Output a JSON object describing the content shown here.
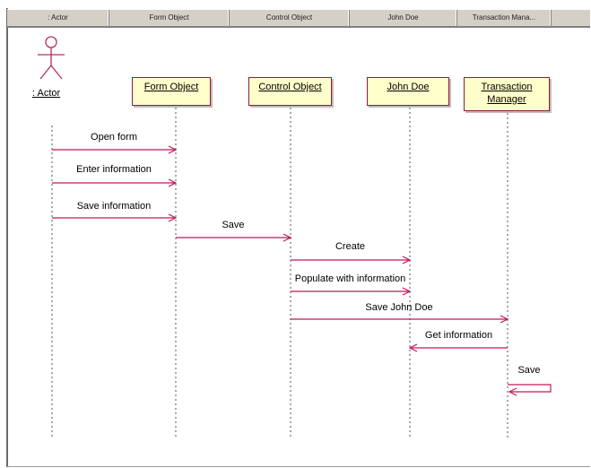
{
  "header": {
    "columns": [
      "Actor",
      "Form Object",
      "Control Object",
      "John Doe",
      "Transaction Mana..."
    ]
  },
  "actor": {
    "label": ": Actor"
  },
  "objects": [
    {
      "lines": [
        "Form Object"
      ]
    },
    {
      "lines": [
        "Control Object"
      ]
    },
    {
      "lines": [
        "John Doe"
      ]
    },
    {
      "lines": [
        "Transaction",
        "Manager"
      ]
    }
  ],
  "messages": [
    {
      "label": "Open form",
      "from": "actor",
      "to": "form-object"
    },
    {
      "label": "Enter information",
      "from": "actor",
      "to": "form-object"
    },
    {
      "label": "Save information",
      "from": "actor",
      "to": "form-object"
    },
    {
      "label": "Save",
      "from": "form-object",
      "to": "control-object"
    },
    {
      "label": "Create",
      "from": "control-object",
      "to": "john-doe"
    },
    {
      "label": "Populate with information",
      "from": "control-object",
      "to": "john-doe"
    },
    {
      "label": "Save John Doe",
      "from": "control-object",
      "to": "transaction-manager"
    },
    {
      "label": "Get information",
      "from": "transaction-manager",
      "to": "john-doe"
    },
    {
      "label": "Save",
      "from": "transaction-manager",
      "to": "transaction-manager"
    }
  ],
  "colors": {
    "message": "#c2185b",
    "lifeline": "#555555",
    "object_fill": "#ffffcc",
    "object_border": "#8b1a3c"
  }
}
